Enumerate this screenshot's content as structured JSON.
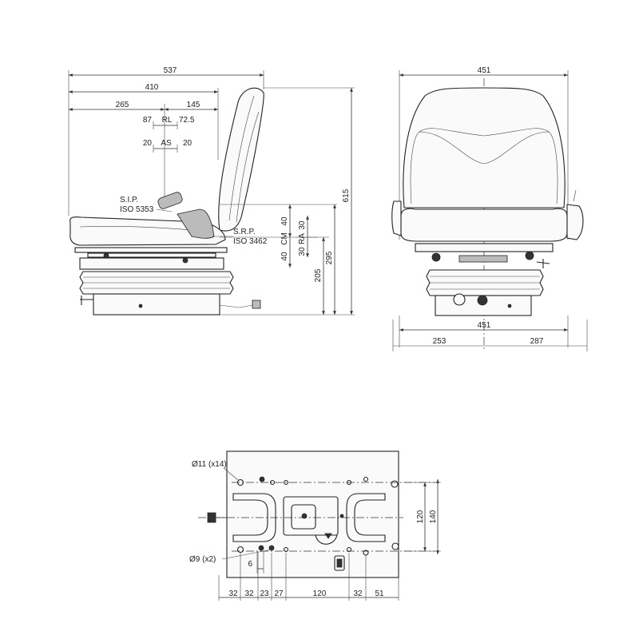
{
  "side_view": {
    "dim_overall_length": "537",
    "dim_seat_length": "410",
    "dim_front": "265",
    "dim_rear": "145",
    "dim_rl_front": "87",
    "dim_rl_label": "RL",
    "dim_rl_rear": "72.5",
    "dim_as_front": "20",
    "dim_as_label": "AS",
    "dim_as_rear": "20",
    "sip_label": "S.I.P.",
    "sip_standard": "ISO 5353",
    "srp_label": "S.R.P.",
    "srp_standard": "ISO 3462",
    "dim_cm_up": "40",
    "dim_cm_label": "CM",
    "dim_cm_down": "40",
    "dim_ra_up": "30",
    "dim_ra_label": "RA",
    "dim_ra_down": "30",
    "dim_height_205": "205",
    "dim_height_295": "295",
    "dim_height_615": "615"
  },
  "front_view": {
    "dim_top_width": "451",
    "dim_base_width": "451",
    "dim_left": "253",
    "dim_right": "287"
  },
  "base_plate": {
    "hole_large": "Ø11 (x14)",
    "hole_small": "Ø9 (x2)",
    "dim_small": "6",
    "dim_120_vertical": "120",
    "dim_140_vertical": "140",
    "bottom_dims": [
      "32",
      "32",
      "23",
      "27",
      "120",
      "32",
      "51"
    ]
  }
}
